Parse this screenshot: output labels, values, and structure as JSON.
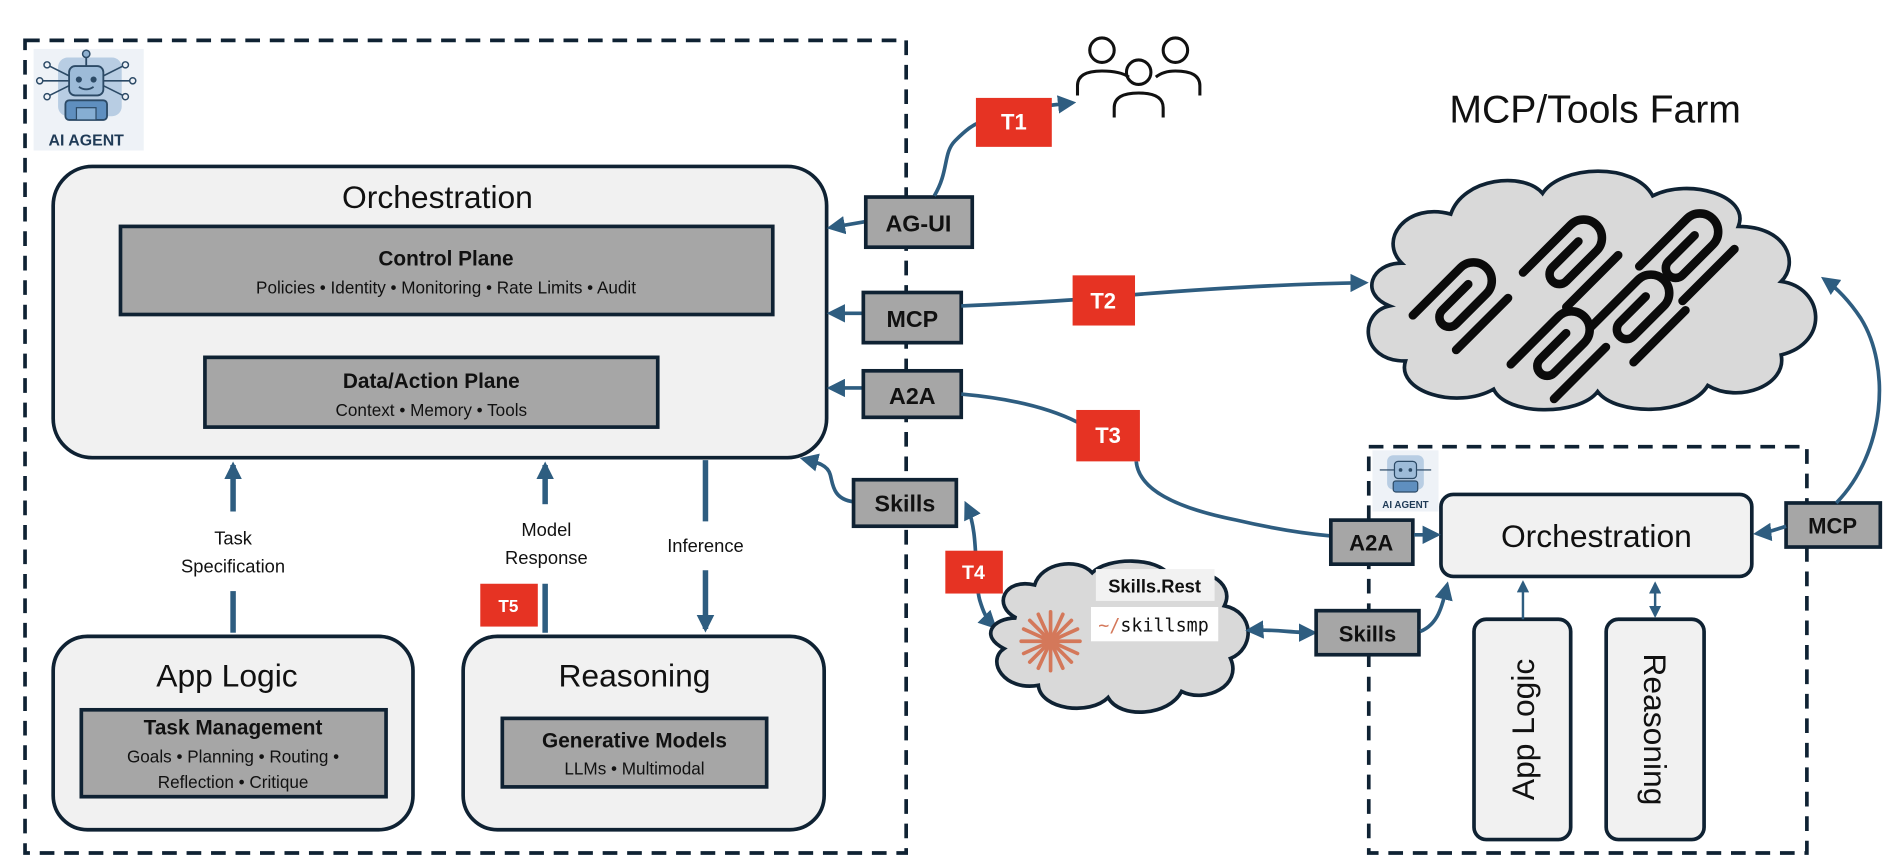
{
  "colors": {
    "ink": "#0f2233",
    "arrow": "#2e5d80",
    "panel_fill": "#f1f1f1",
    "plane_fill": "#a6a6a6",
    "threat": "#e63323",
    "cloud_fill": "#d9d9d9",
    "skills_star": "#d4785a"
  },
  "main_agent": {
    "badge_label": "AI AGENT",
    "orchestration": {
      "title": "Orchestration",
      "control_plane": {
        "title": "Control Plane",
        "items": "Policies • Identity • Monitoring • Rate Limits • Audit"
      },
      "data_plane": {
        "title": "Data/Action Plane",
        "items": "Context • Memory • Tools"
      }
    },
    "app_logic": {
      "title": "App Logic",
      "task_management": {
        "title": "Task Management",
        "items_line1": "Goals • Planning • Routing •",
        "items_line2": "Reflection • Critique"
      }
    },
    "reasoning": {
      "title": "Reasoning",
      "generative_models": {
        "title": "Generative Models",
        "items": "LLMs • Multimodal"
      }
    },
    "flows": {
      "task_spec_line1": "Task",
      "task_spec_line2": "Specification",
      "model_response_line1": "Model",
      "model_response_line2": "Response",
      "inference": "Inference"
    }
  },
  "protocols": {
    "agui": "AG-UI",
    "mcp": "MCP",
    "a2a": "A2A",
    "skills": "Skills"
  },
  "threats": [
    "T1",
    "T2",
    "T3",
    "T4",
    "T5"
  ],
  "users_icon": "users-group-icon",
  "tools_farm": {
    "title": "MCP/Tools Farm",
    "icon": "mcp-logo-icon"
  },
  "skills_cloud": {
    "brand": "Skills.Rest",
    "path_prefix": "~/",
    "path": "skillsmp"
  },
  "sub_agent": {
    "badge_label": "AI AGENT",
    "orchestration": "Orchestration",
    "app_logic": "App Logic",
    "reasoning": "Reasoning",
    "a2a": "A2A",
    "skills": "Skills",
    "mcp": "MCP"
  }
}
